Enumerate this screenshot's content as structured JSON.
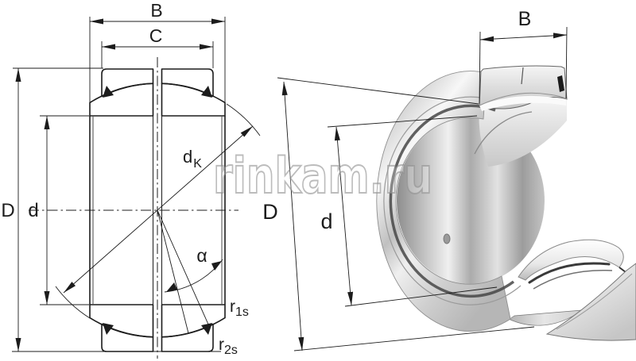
{
  "watermark": {
    "text": "rinkam.ru",
    "color": "#8f8f8f"
  },
  "colors": {
    "line": "#1c1c1c",
    "background": "#ffffff",
    "seal": "#141414",
    "metal_light": "#f6f6f6",
    "metal_dark": "#8d8d8d",
    "groove_dark": "#474747"
  },
  "section_view": {
    "labels": {
      "outer_width_B": "B",
      "inner_width_C": "C",
      "outer_diameter_D": "D",
      "bore_diameter_d": "d",
      "sphere_diameter_base": "d",
      "sphere_diameter_sub": "K",
      "tilt_angle": "α",
      "chamfer_r1_base": "r",
      "chamfer_r1_sub": "1s",
      "chamfer_r2_base": "r",
      "chamfer_r2_sub": "2s"
    }
  },
  "perspective_view": {
    "labels": {
      "outer_width_B": "B",
      "outer_diameter_D": "D",
      "bore_diameter_d": "d"
    }
  }
}
